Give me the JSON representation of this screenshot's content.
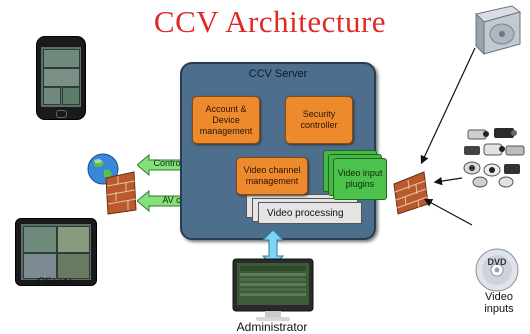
{
  "title": "CCV Architecture",
  "server": {
    "title": "CCV Server",
    "account_device": "Account & Device management",
    "security_controller": "Security controller",
    "video_channel": "Video channel management",
    "video_input_plugins": "Video input plugins",
    "video_processing": "Video processing"
  },
  "channels": {
    "control": "Control channel",
    "av": "AV channel"
  },
  "labels": {
    "clients": "Clients",
    "administrator": "Administrator",
    "video_inputs": "Video inputs"
  },
  "icons": [
    "smartphone-icon",
    "tablet-icon",
    "globe-icon",
    "firewall-icon",
    "monitor-icon",
    "hard-drive-icon",
    "cameras-icon",
    "dvd-icon"
  ],
  "colors": {
    "title": "#e02a26",
    "server": "#4e6e8e",
    "module": "#ee8a2e",
    "plugin": "#4cc24c",
    "channel_arrow": "#86e07a",
    "admin_link": "#7fd6f2"
  }
}
